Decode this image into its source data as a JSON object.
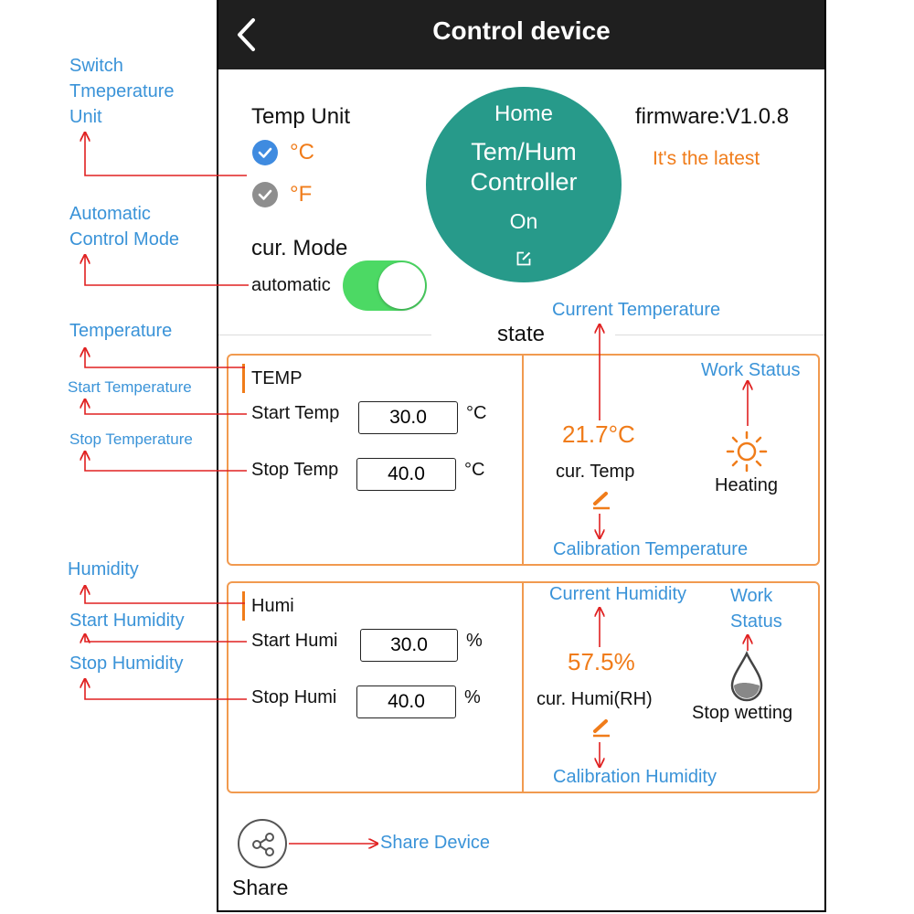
{
  "header": {
    "title": "Control device"
  },
  "firmware": {
    "version": "firmware:V1.0.8",
    "status": "It's the latest"
  },
  "temp_unit": {
    "label": "Temp Unit",
    "options": [
      "°C",
      "°F"
    ],
    "selected": "°C"
  },
  "mode": {
    "label": "cur. Mode",
    "value": "automatic",
    "toggle_on": true
  },
  "device": {
    "name": "Home",
    "type_line1": "Tem/Hum",
    "type_line2": "Controller",
    "power": "On"
  },
  "state_label": "state",
  "temp_panel": {
    "title": "TEMP",
    "start_label": "Start Temp",
    "start_value": "30.0",
    "start_unit": "°C",
    "stop_label": "Stop Temp",
    "stop_value": "40.0",
    "stop_unit": "°C",
    "current_value": "21.7°C",
    "current_label": "cur. Temp",
    "work_status": "Heating"
  },
  "humi_panel": {
    "title": "Humi",
    "start_label": "Start Humi",
    "start_value": "30.0",
    "start_unit": "%",
    "stop_label": "Stop Humi",
    "stop_value": "40.0",
    "stop_unit": "%",
    "current_value": "57.5%",
    "current_label": "cur. Humi(RH)",
    "work_status": "Stop wetting"
  },
  "share": {
    "label": "Share"
  },
  "annotations": {
    "switch_unit_1": "Switch",
    "switch_unit_2": "Tmeperature",
    "switch_unit_3": "Unit",
    "auto_mode_1": "Automatic",
    "auto_mode_2": "Control Mode",
    "temperature": "Temperature",
    "start_temperature": "Start Temperature",
    "stop_temperature": "Stop Temperature",
    "humidity": "Humidity",
    "start_humidity": "Start Humidity",
    "stop_humidity": "Stop Humidity",
    "current_temperature": "Current Temperature",
    "work_status_temp": "Work Status",
    "calibration_temperature": "Calibration Temperature",
    "current_humidity": "Current Humidity",
    "work_status_humi_1": "Work",
    "work_status_humi_2": "Status",
    "calibration_humidity": "Calibration Humidity",
    "share_device": "Share Device"
  },
  "colors": {
    "accent_orange": "#f07c1a",
    "annotation_blue": "#3a93d8",
    "arrow_red": "#e02020",
    "device_teal": "#279a8a",
    "toggle_green": "#4cd964",
    "header_dark": "#1f1f1f"
  },
  "icons": [
    "back-chevron-icon",
    "check-icon",
    "edit-icon",
    "sun-icon",
    "droplet-icon",
    "pencil-icon",
    "share-icon"
  ]
}
